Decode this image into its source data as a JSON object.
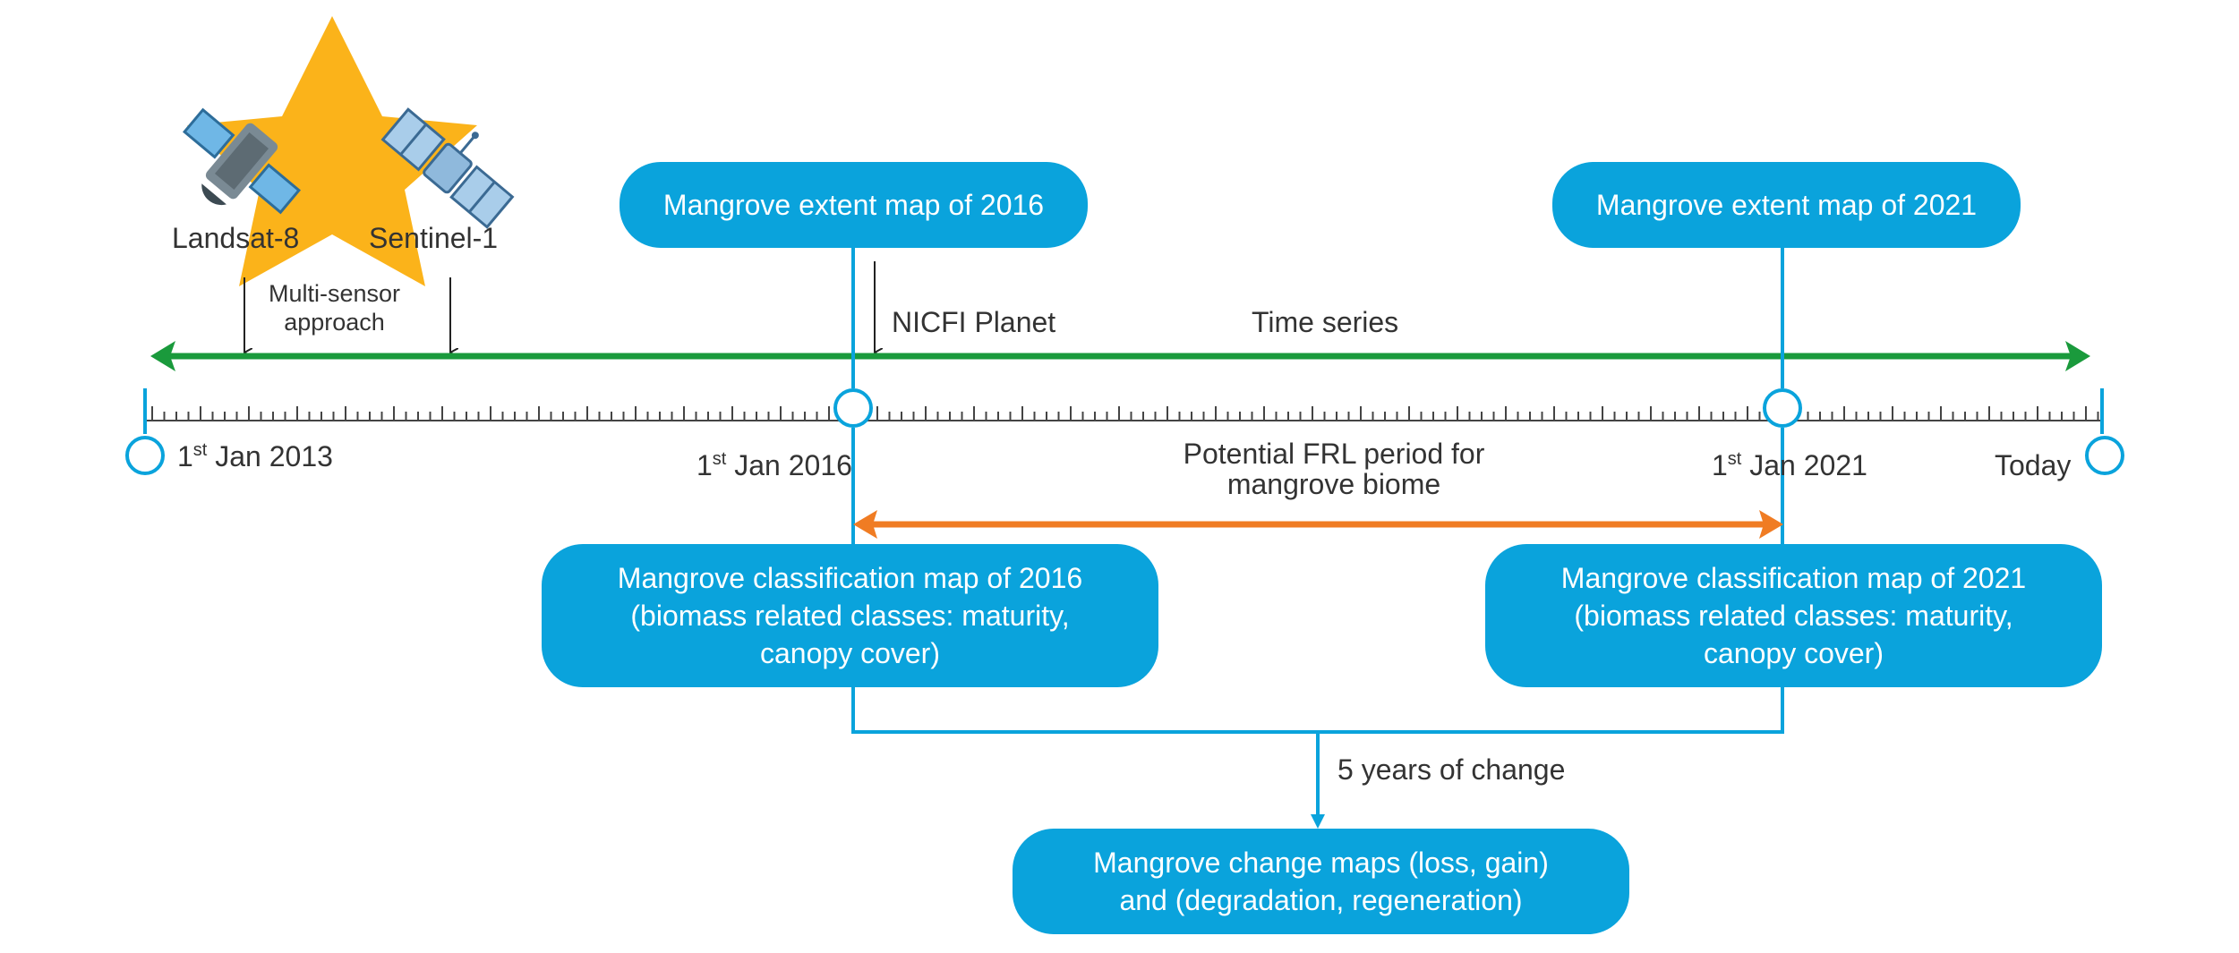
{
  "colors": {
    "box": "#0aa3dc",
    "line": "#0aa3dc",
    "timeseries_arrow": "#1a9a3c",
    "frl_arrow": "#f07c23",
    "star": "#fbb31a",
    "text": "#333333"
  },
  "icons": [
    "star-icon",
    "landsat-satellite-icon",
    "sentinel-satellite-icon"
  ],
  "sensors": {
    "landsat": "Landsat-8",
    "sentinel": "Sentinel-1",
    "approach": "Multi-sensor\napproach"
  },
  "timeline": {
    "nicfi": "NICFI Planet",
    "time_series": "Time series",
    "date_2013": {
      "sup": "st",
      "rest": " Jan 2013",
      "num": "1"
    },
    "date_2016": {
      "sup": "st",
      "rest": " Jan 2016",
      "num": "1"
    },
    "date_2021": {
      "sup": "st",
      "rest": " Jan 2021",
      "num": "1"
    },
    "today": "Today",
    "frl": "Potential FRL period for\nmangrove biome"
  },
  "boxes": {
    "extent_2016": "Mangrove extent map of 2016",
    "extent_2021": "Mangrove extent map of 2021",
    "class_2016": "Mangrove classification map of 2016\n(biomass related classes: maturity,\ncanopy cover)",
    "class_2021": "Mangrove classification map of 2021\n(biomass related classes: maturity,\ncanopy cover)",
    "change": "Mangrove change maps (loss, gain)\nand (degradation, regeneration)"
  },
  "change_label": "5 years of change"
}
